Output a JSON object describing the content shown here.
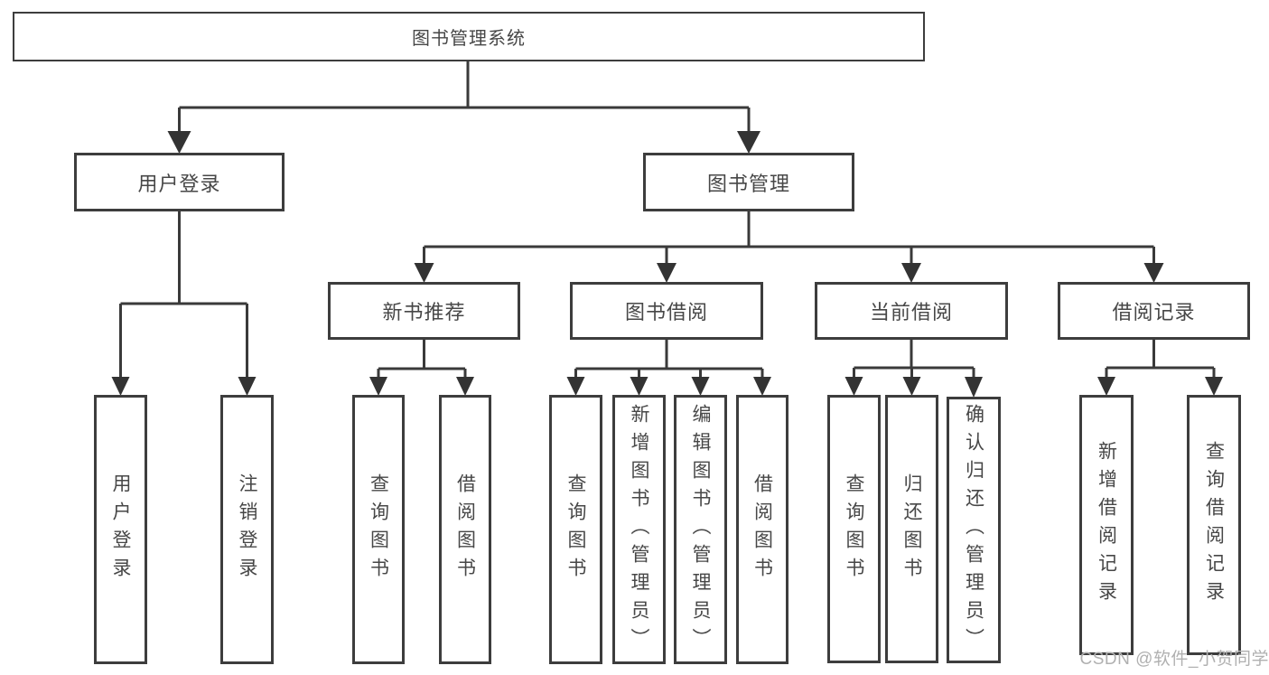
{
  "diagram": {
    "root": {
      "label": "图书管理系统",
      "children": [
        {
          "label": "用户登录",
          "children": [
            {
              "label": "用户登录"
            },
            {
              "label": "注销登录"
            }
          ]
        },
        {
          "label": "图书管理",
          "children": [
            {
              "label": "新书推荐",
              "children": [
                {
                  "label": "查询图书"
                },
                {
                  "label": "借阅图书"
                }
              ]
            },
            {
              "label": "图书借阅",
              "children": [
                {
                  "label": "查询图书"
                },
                {
                  "label": "新增图书（管理员）"
                },
                {
                  "label": "编辑图书（管理员）"
                },
                {
                  "label": "借阅图书"
                }
              ]
            },
            {
              "label": "当前借阅",
              "children": [
                {
                  "label": "查询图书"
                },
                {
                  "label": "归还图书"
                },
                {
                  "label": "确认归还（管理员）"
                }
              ]
            },
            {
              "label": "借阅记录",
              "children": [
                {
                  "label": "新增借阅记录"
                },
                {
                  "label": "查询借阅记录"
                }
              ]
            }
          ]
        }
      ]
    },
    "watermark": "CSDN @软件_小贺同学",
    "colors": {
      "line": "#3a3a3a",
      "border": "#3d3d3d",
      "text": "#474747",
      "watermark": "#b0b0b0",
      "background": "#ffffff"
    }
  }
}
